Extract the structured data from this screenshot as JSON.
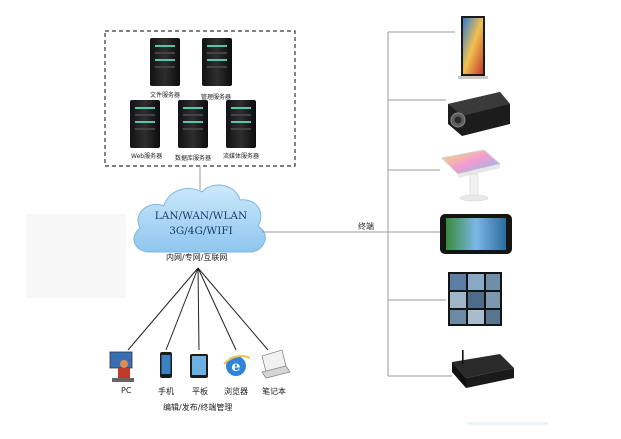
{
  "servers": {
    "file_server": "文件服务器",
    "manage_server": "管理服务器",
    "web_server": "Web服务器",
    "database_server": "数据库服务器",
    "media_server": "流媒体服务器"
  },
  "network": {
    "line1": "LAN/WAN/WLAN",
    "line2": "3G/4G/WIFI",
    "caption": "内网/专网/互联网"
  },
  "terminals": {
    "label": "终端",
    "icons": [
      "standing-display-icon",
      "projector-icon",
      "touch-kiosk-icon",
      "tablet-display-icon",
      "video-wall-icon",
      "set-top-box-icon"
    ]
  },
  "clients": {
    "pc": "PC",
    "phone": "手机",
    "tablet": "平板",
    "browser": "浏览器",
    "laptop": "笔记本",
    "caption": "编辑/发布/终端管理"
  },
  "colors": {
    "line": "#9a9a9a",
    "cloud": "#a9d4f2",
    "server": "#202020",
    "server_light": "#58c6a8"
  }
}
